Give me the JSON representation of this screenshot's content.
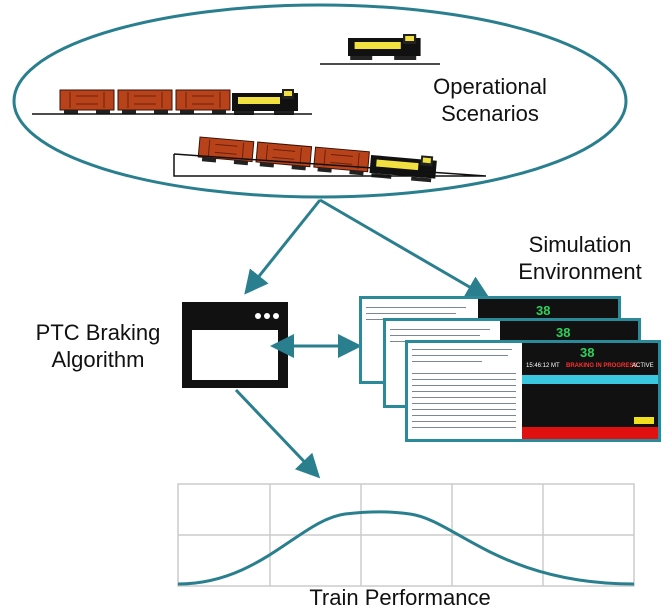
{
  "labels": {
    "operational_scenarios_line1": "Operational",
    "operational_scenarios_line2": "Scenarios",
    "simulation_environment_line1": "Simulation",
    "simulation_environment_line2": "Environment",
    "ptc_line1": "PTC Braking",
    "ptc_line2": "Algorithm",
    "train_performance": "Train Performance"
  },
  "sim_screen": {
    "speed": "38",
    "time": "15:46:12 MT",
    "status": "BRAKING IN PROGRESS",
    "mode": "ACTIVE"
  },
  "colors": {
    "accent": "#2a7f8f",
    "railcar": "#b8431b",
    "locomotive": "#f0e040",
    "black": "#111111",
    "grid": "#cccccc"
  },
  "icons": [
    "railcar-icon",
    "locomotive-icon",
    "browser-window-icon",
    "screenshot-window-icon",
    "bell-curve-icon"
  ]
}
